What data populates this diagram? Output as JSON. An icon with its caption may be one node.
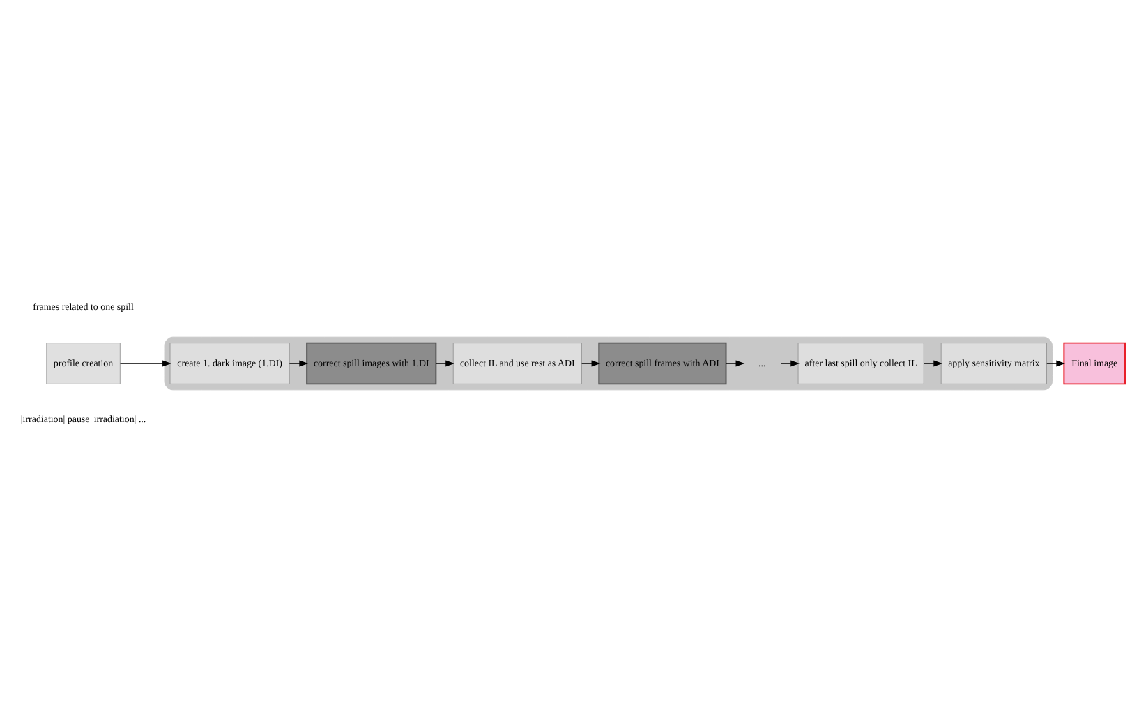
{
  "diagram": {
    "nodes": [
      {
        "text": [
          "profile creation"
        ]
      },
      {
        "text": [],
        "shape": "box"
      },
      {
        "text": [
          "create 1. dark image (1.DI)"
        ],
        "in": 1
      },
      {
        "text": [
          "correct spill images with 1.DI"
        ],
        "in": 1
      },
      {
        "text": [
          "collect IL and use rest as ADI"
        ],
        "in": 1
      },
      {
        "text": [
          "correct spill frames with ADI"
        ],
        "in": 1
      },
      {
        "text": [
          "..."
        ],
        "in": 1
      },
      {
        "text": [
          "after last spill only collect IL"
        ],
        "in": 1
      },
      {
        "text": [
          "apply sensitivity matrix"
        ],
        "in": 1
      },
      {
        "text": [
          "Final image"
        ]
      }
    ],
    "edges": [
      {
        "from": 0,
        "to": 2,
        "arrow": "to"
      },
      {
        "from": 2,
        "to": 3,
        "arrow": "to"
      },
      {
        "from": 3,
        "to": 4,
        "arrow": "to"
      },
      {
        "from": 4,
        "to": 5,
        "arrow": "to"
      },
      {
        "from": 5,
        "to": 6,
        "arrow": "to"
      },
      {
        "from": 6,
        "to": 7,
        "arrow": "to"
      },
      {
        "from": 7,
        "to": 8,
        "arrow": "to"
      },
      {
        "from": 8,
        "to": 9,
        "arrow": "to"
      }
    ],
    "labels": [
      "frames related to one spill",
      "|irradiation| pause |irradiation| ..."
    ]
  }
}
